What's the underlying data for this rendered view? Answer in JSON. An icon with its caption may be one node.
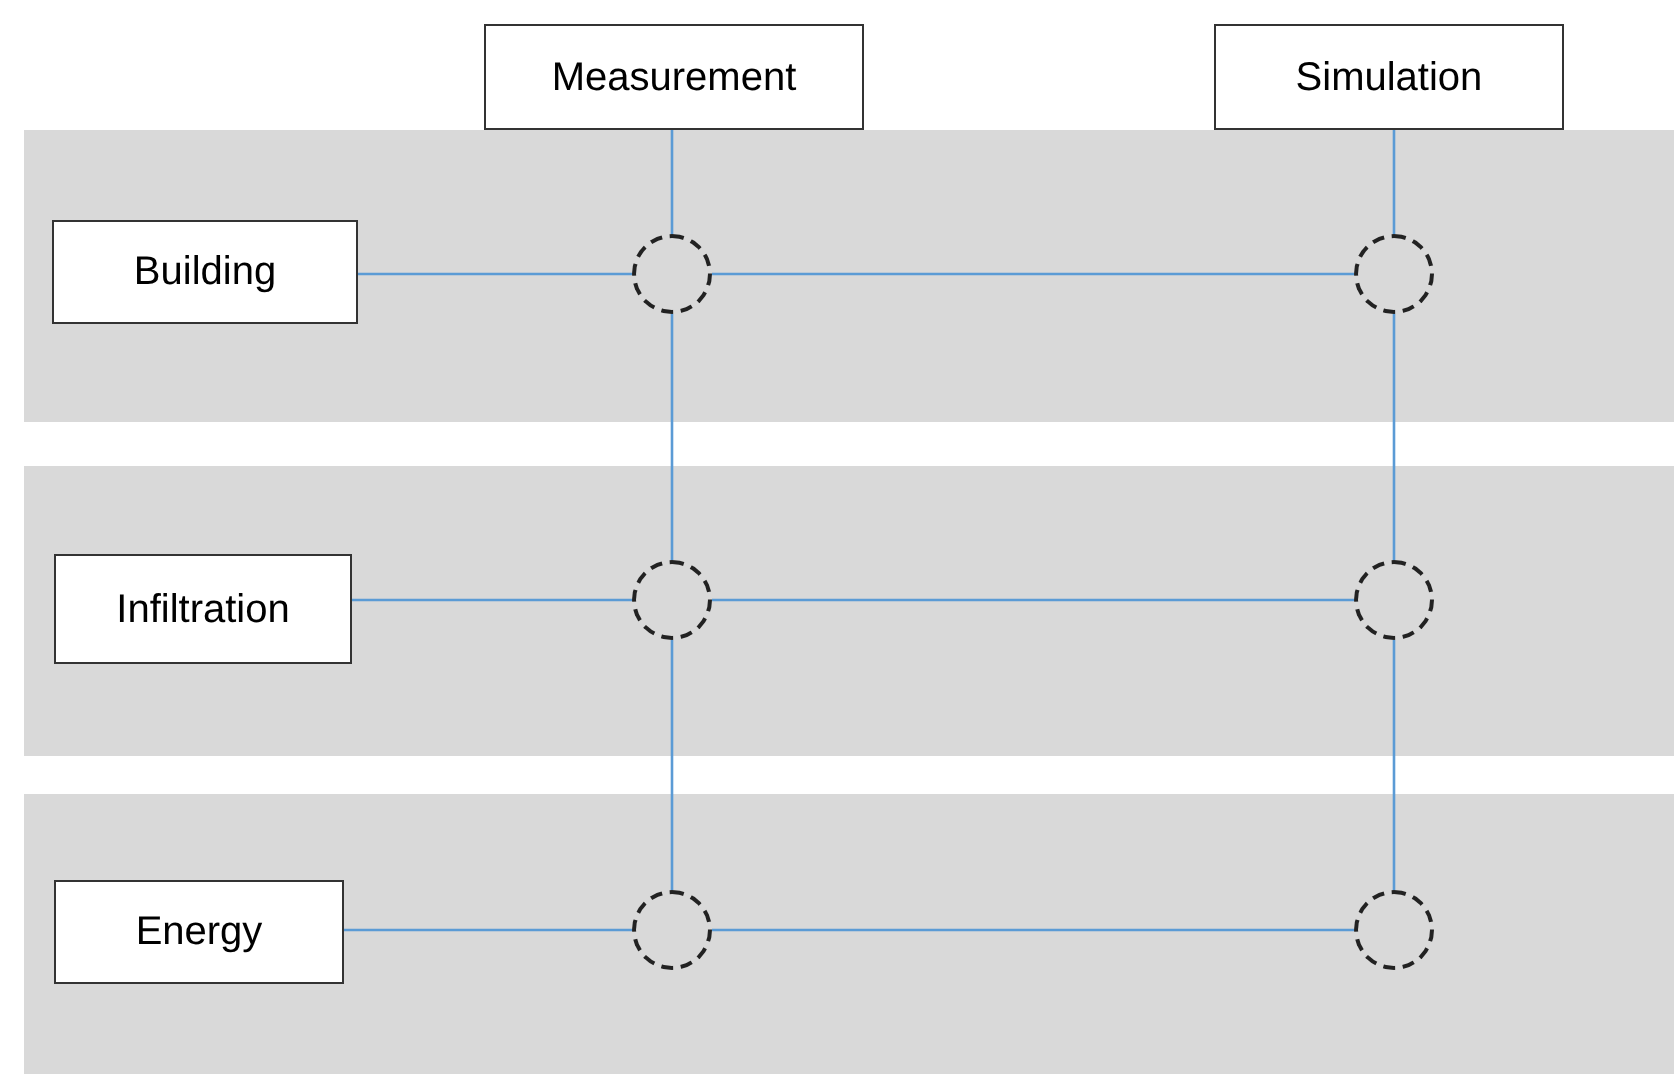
{
  "diagram": {
    "nodes": [
      {
        "text": [
          "Measurement"
        ]
      },
      {
        "text": [
          "Simulation"
        ]
      },
      {
        "text": [],
        "shape": "box"
      },
      {
        "text": [
          "Building"
        ],
        "in": 2
      },
      {
        "text": [],
        "shape": "circle",
        "in": 2
      },
      {
        "text": [],
        "shape": "circle",
        "in": 2
      },
      {
        "text": [],
        "shape": "box"
      },
      {
        "text": [
          "Infiltration"
        ],
        "in": 6
      },
      {
        "text": [],
        "shape": "circle",
        "in": 6
      },
      {
        "text": [],
        "shape": "circle",
        "in": 6
      },
      {
        "text": [],
        "shape": "box"
      },
      {
        "text": [
          "Energy"
        ],
        "in": 10
      },
      {
        "text": [],
        "shape": "circle",
        "in": 10
      },
      {
        "text": [],
        "shape": "circle",
        "in": 10
      }
    ],
    "edges": [
      {
        "from": 0,
        "to": 4,
        "arrow": "none"
      },
      {
        "from": 4,
        "to": 8,
        "arrow": "none"
      },
      {
        "from": 8,
        "to": 12,
        "arrow": "none"
      },
      {
        "from": 1,
        "to": 5,
        "arrow": "none"
      },
      {
        "from": 5,
        "to": 9,
        "arrow": "none"
      },
      {
        "from": 9,
        "to": 13,
        "arrow": "none"
      },
      {
        "from": 3,
        "to": 4,
        "arrow": "none"
      },
      {
        "from": 4,
        "to": 5,
        "arrow": "none"
      },
      {
        "from": 7,
        "to": 8,
        "arrow": "none"
      },
      {
        "from": 8,
        "to": 9,
        "arrow": "none"
      },
      {
        "from": 11,
        "to": 12,
        "arrow": "none"
      },
      {
        "from": 12,
        "to": 13,
        "arrow": "none"
      }
    ]
  }
}
